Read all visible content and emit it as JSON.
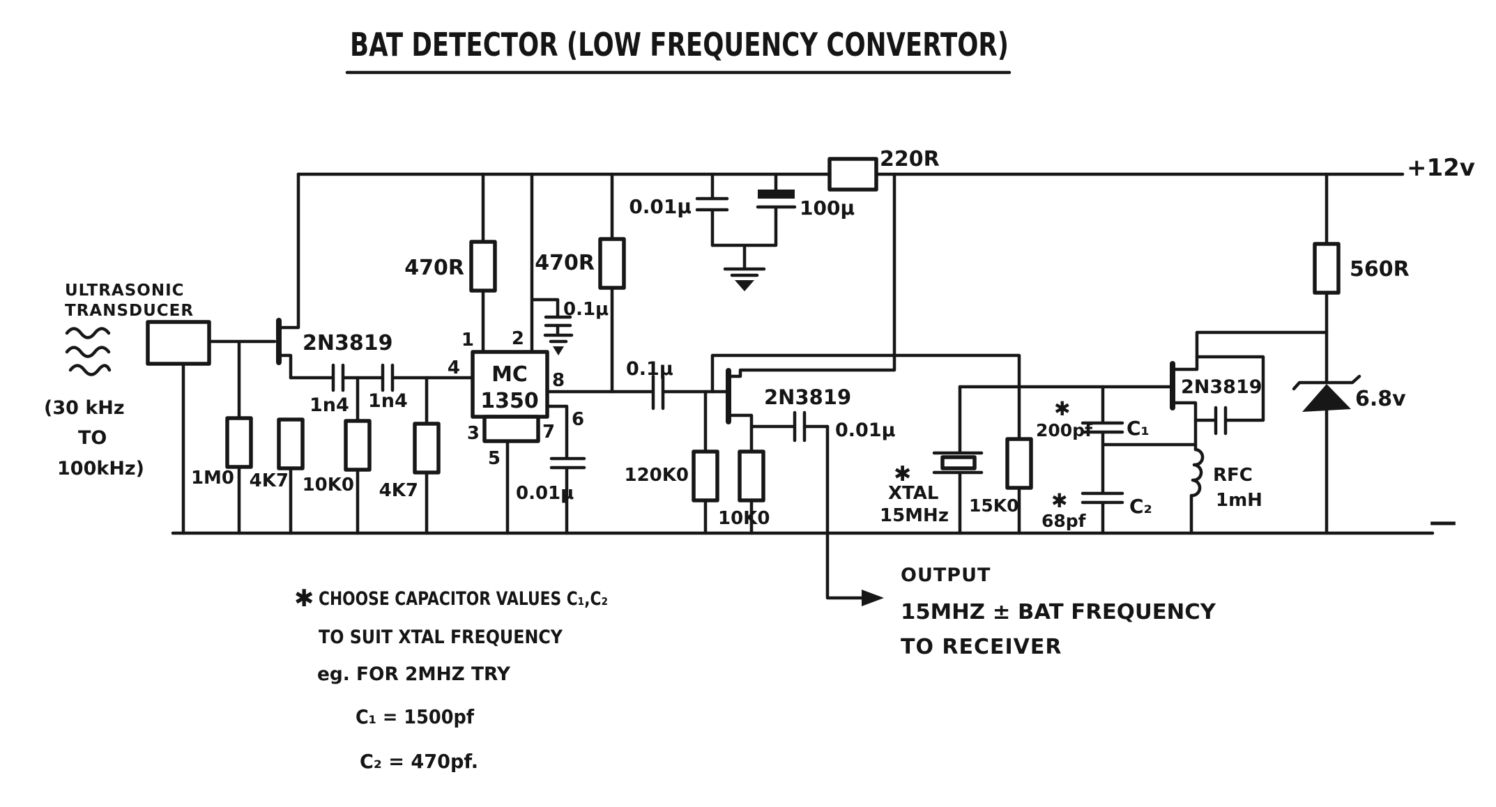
{
  "title": {
    "text": "BAT DETECTOR (LOW FREQUENCY CONVERTOR)"
  },
  "power": {
    "positive": "+12v",
    "negative": "—"
  },
  "transducer": {
    "name1": "ULTRASONIC",
    "name2": "TRANSDUCER",
    "freq1": "(30 kHz",
    "freq2": "TO",
    "freq3": "100kHz)"
  },
  "transistors": {
    "q1": "2N3819",
    "q2": "2N3819",
    "q3": "2N3819"
  },
  "ic": {
    "line1": "MC",
    "line2": "1350",
    "pins": {
      "p1": "1",
      "p2": "2",
      "p3": "3",
      "p4": "4",
      "p5": "5",
      "p6": "6",
      "p7": "7",
      "p8": "8"
    }
  },
  "resistors": {
    "r_1m0": "1M0",
    "r_4k7_a": "4K7",
    "r_10k0_a": "10K0",
    "r_4k7_b": "4K7",
    "r_470r_a": "470R",
    "r_470r_b": "470R",
    "r_220r": "220R",
    "r_120k0": "120K0",
    "r_10k0_b": "10K0",
    "r_15k0": "15K0",
    "r_560r": "560R"
  },
  "capacitors": {
    "c_1n4_a": "1n4",
    "c_1n4_b": "1n4",
    "c_supply_small": "0.01μ",
    "c_supply_big": "100μ",
    "c_agc": "0.1μ",
    "c_pin6": "0.01μ",
    "c_couple": "0.1μ",
    "c_out": "0.01μ",
    "c1_value": "200pf",
    "c1_name": "C₁",
    "c2_value": "68pf",
    "c2_name": "C₂",
    "star_c1": "✱",
    "star_c2": "✱"
  },
  "oscillator": {
    "star_xtal": "✱",
    "xtal1": "XTAL",
    "xtal2": "15MHz",
    "rfc1": "RFC",
    "rfc2": "1mH",
    "zener": "6.8v"
  },
  "output": {
    "line1": "OUTPUT",
    "line2": "15MHZ ± BAT FREQUENCY",
    "line3": "TO RECEIVER"
  },
  "notes": {
    "bullet": "✱",
    "line1": "CHOOSE CAPACITOR VALUES C₁,C₂",
    "line2": "TO SUIT XTAL FREQUENCY",
    "line3": "eg. FOR 2MHZ TRY",
    "line4": "C₁ = 1500pf",
    "line5": "C₂ = 470pf."
  }
}
